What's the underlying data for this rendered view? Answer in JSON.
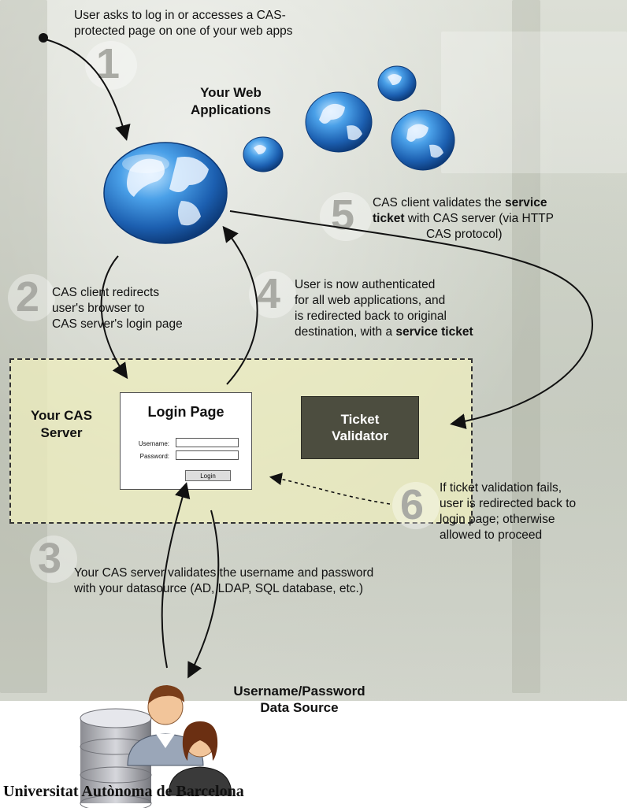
{
  "step1": {
    "number": "1",
    "text_line1": "User asks to log in or accesses a CAS-",
    "text_line2": "protected page on one of your web apps"
  },
  "web_apps": {
    "line1": "Your Web",
    "line2": "Applications"
  },
  "step5": {
    "number": "5",
    "line1_pre": "CAS client validates the ",
    "line1_bold": "service",
    "line2_bold": "ticket",
    "line2_post": " with CAS server (via HTTP",
    "line3": "CAS protocol)"
  },
  "step2": {
    "number": "2",
    "line1": "CAS client redirects",
    "line2": "user's browser to",
    "line3": "CAS server's login page"
  },
  "step4": {
    "number": "4",
    "line1": "User is now authenticated",
    "line2": "for all web applications, and",
    "line3": "is redirected back to original",
    "line4_pre": "destination, with a ",
    "line4_bold": "service ticket"
  },
  "cas_server": {
    "line1": "Your CAS",
    "line2": "Server"
  },
  "login_page": {
    "title": "Login Page",
    "username_label": "Username:",
    "password_label": "Password:",
    "button": "Login"
  },
  "ticket_validator": {
    "line1": "Ticket",
    "line2": "Validator"
  },
  "step6": {
    "number": "6",
    "line1": "If ticket validation fails,",
    "line2": "user is redirected back to",
    "line3": "login page; otherwise",
    "line4": "allowed to proceed"
  },
  "step3": {
    "number": "3",
    "line1": "Your CAS server validates the username and password",
    "line2": "with your datasource (AD, LDAP, SQL database, etc.)"
  },
  "data_source": {
    "line1": "Username/Password",
    "line2": "Data Source"
  },
  "footer": {
    "text": "Universitat Autònoma de Barcelona"
  },
  "colors": {
    "cas_box": "#eeeebe",
    "validator": "#4c4d3f",
    "number": "#a9aaa4",
    "globe_blue": "#2a78c8"
  }
}
